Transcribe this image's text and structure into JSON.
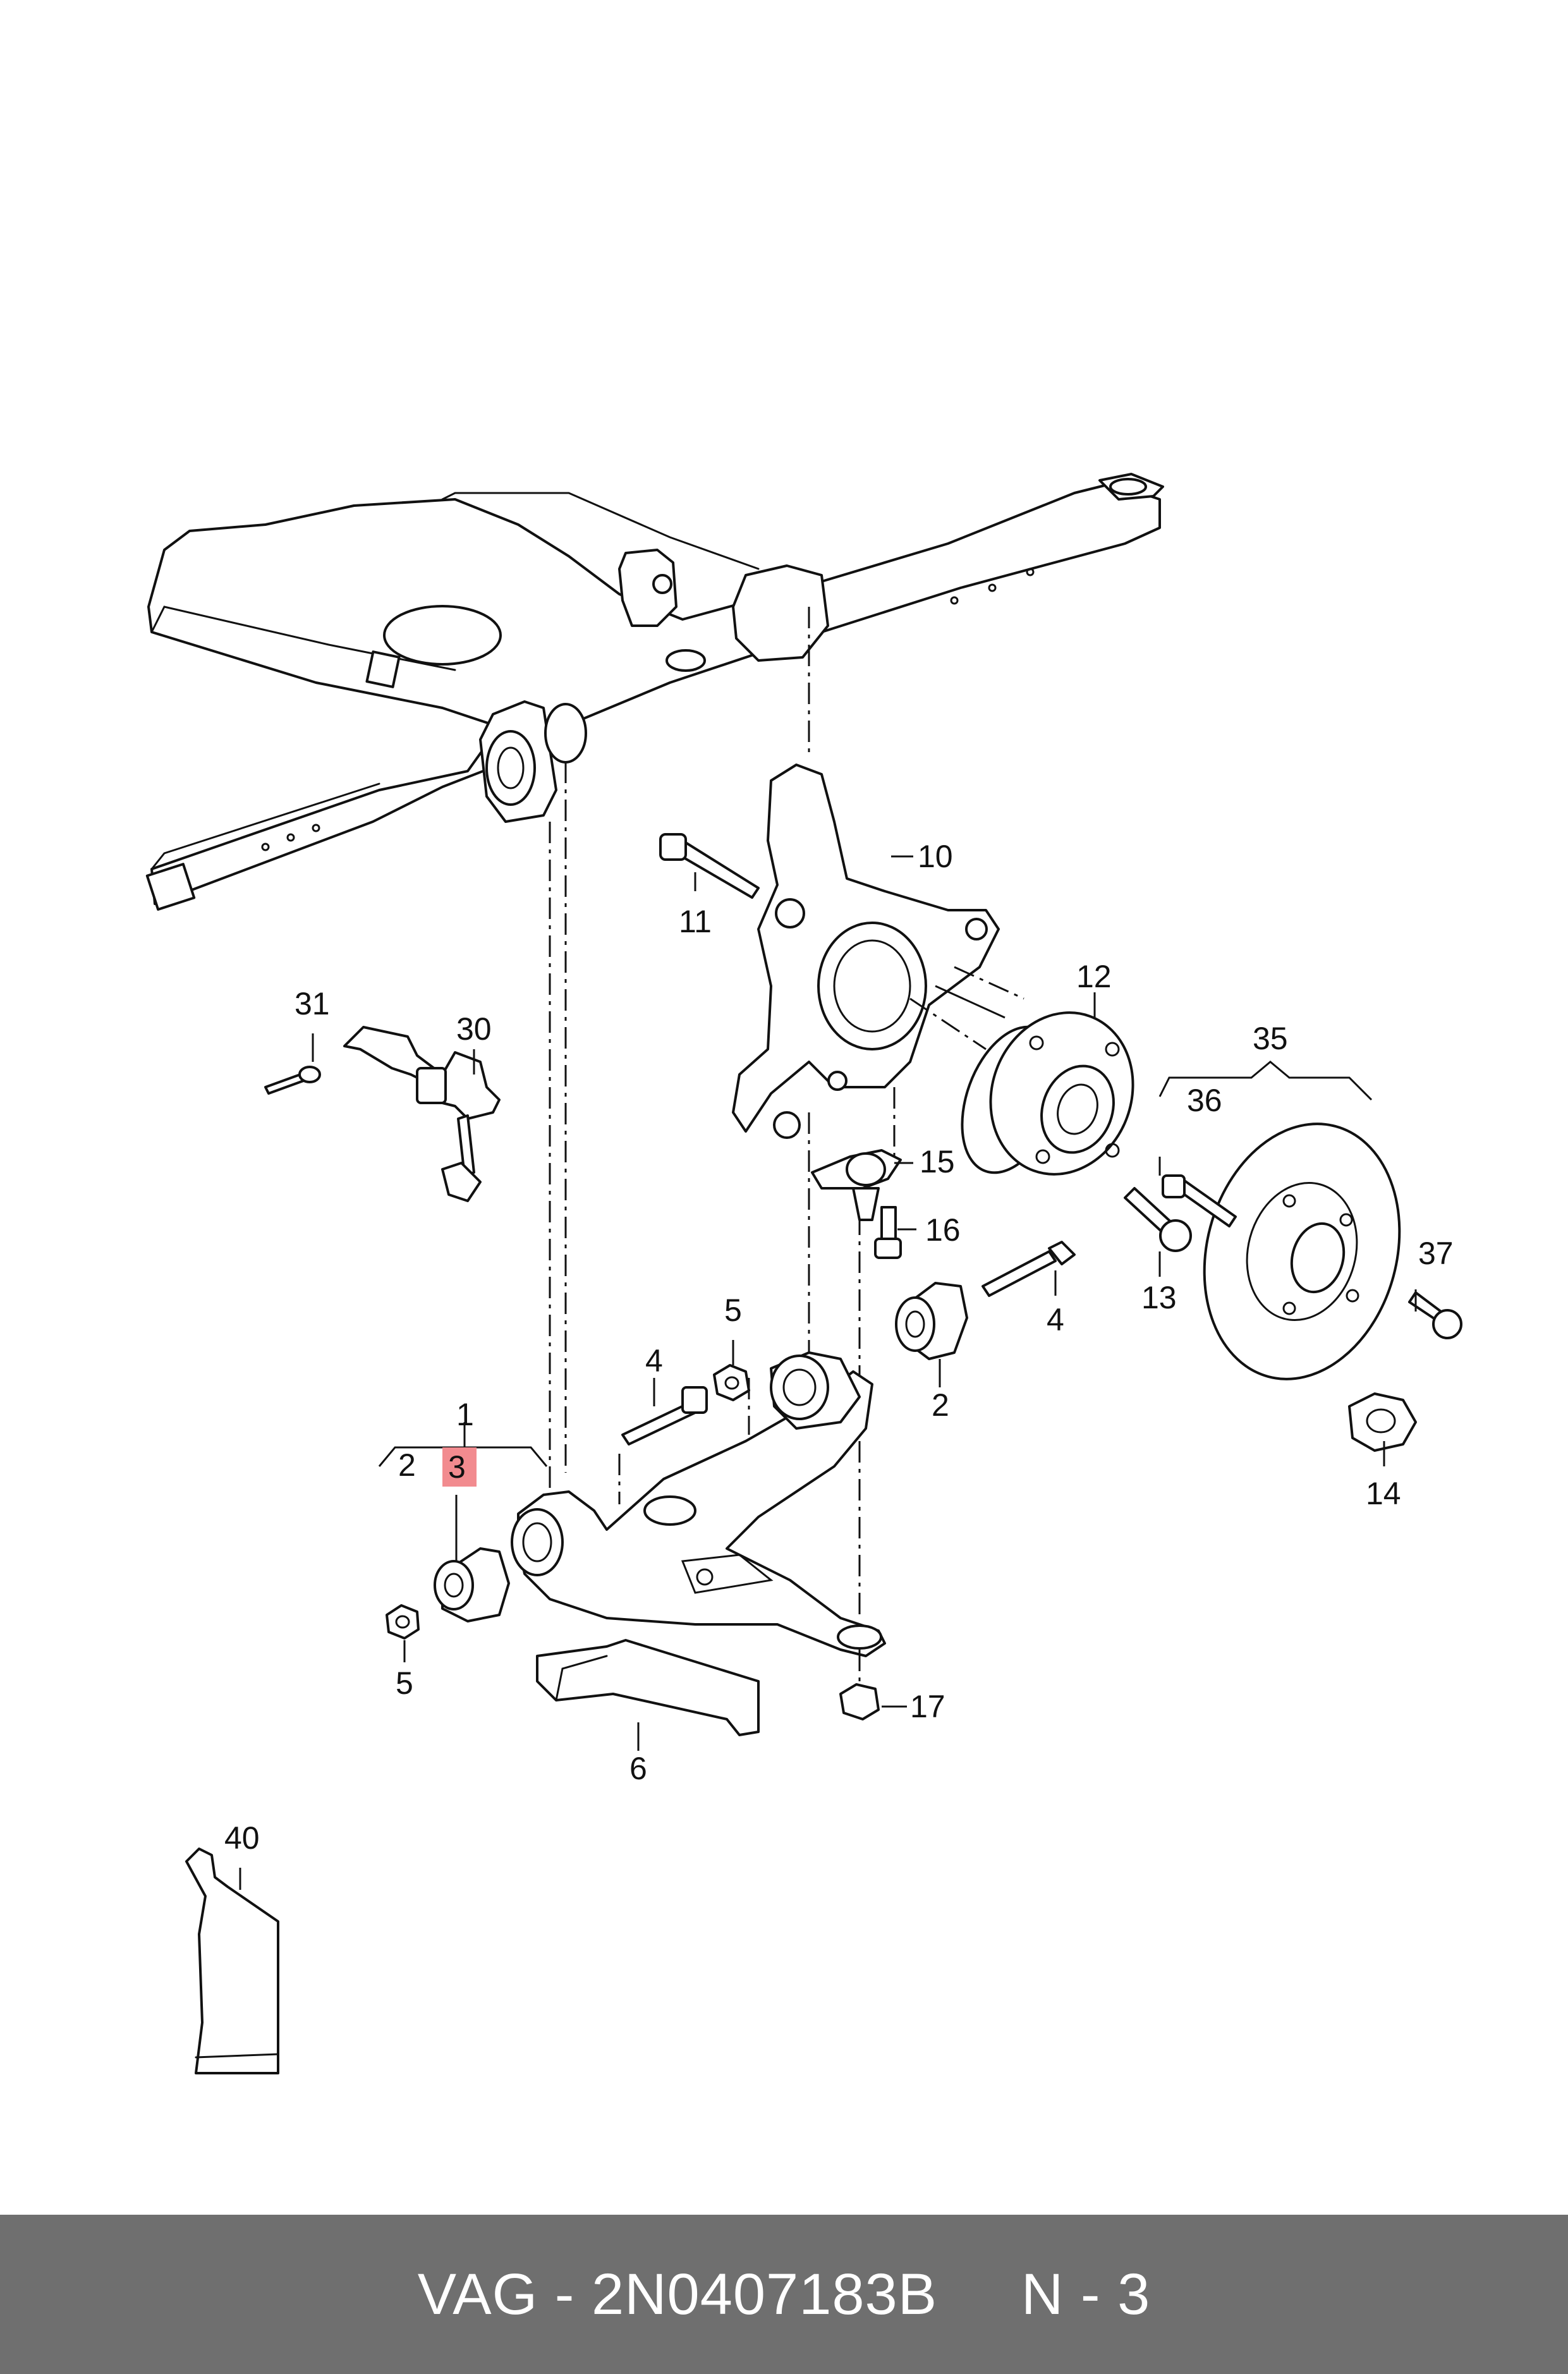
{
  "diagram": {
    "callouts": {
      "c1": "1",
      "c2a": "2",
      "c3": "3",
      "c2b": "2",
      "c4a": "4",
      "c4b": "4",
      "c5a": "5",
      "c5b": "5",
      "c6": "6",
      "c10": "10",
      "c11": "11",
      "c12": "12",
      "c13": "13",
      "c14": "14",
      "c15": "15",
      "c16": "16",
      "c17": "17",
      "c30": "30",
      "c31": "31",
      "c35": "35",
      "c36": "36",
      "c37": "37",
      "c40": "40"
    },
    "highlighted_part": "3",
    "highlight_color": "#f28b8f"
  },
  "footer": {
    "text": "VAG - 2N0407183B     N - 3",
    "background": "#6f6f6f",
    "text_color": "#ffffff"
  }
}
